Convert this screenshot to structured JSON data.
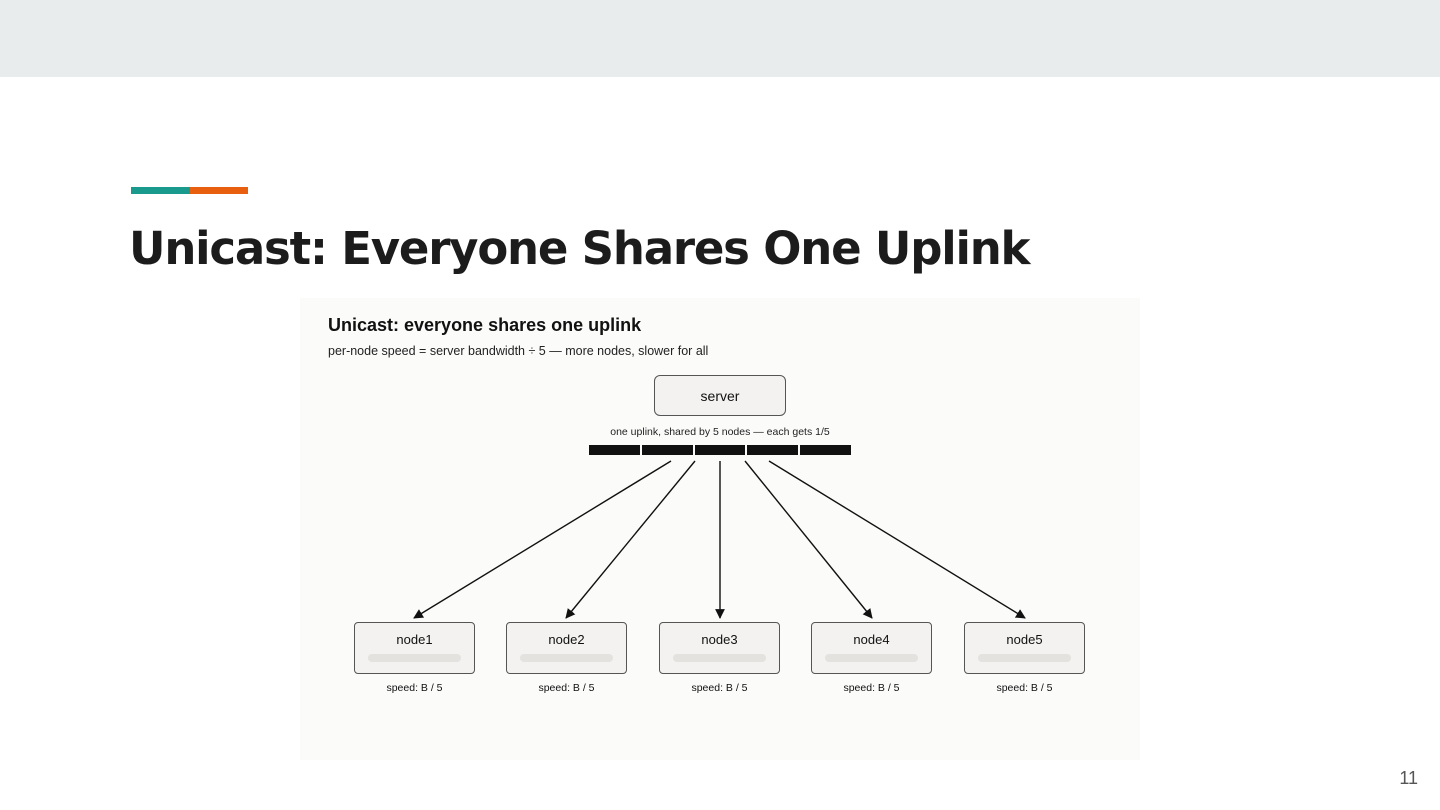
{
  "slide": {
    "title": "Unicast: Everyone Shares One Uplink",
    "page_number": "11",
    "accent_colors": [
      "#1a9a8c",
      "#e8600f"
    ]
  },
  "figure": {
    "title": "Unicast: everyone shares one uplink",
    "subtitle": "per-node speed = server bandwidth ÷ 5 — more nodes, slower for all",
    "server_label": "server",
    "uplink_label": "one uplink, shared by 5 nodes — each gets 1/5",
    "uplink_segments": 5,
    "nodes": [
      {
        "label": "node1",
        "speed": "speed: B / 5"
      },
      {
        "label": "node2",
        "speed": "speed: B / 5"
      },
      {
        "label": "node3",
        "speed": "speed: B / 5"
      },
      {
        "label": "node4",
        "speed": "speed: B / 5"
      },
      {
        "label": "node5",
        "speed": "speed: B / 5"
      }
    ]
  }
}
